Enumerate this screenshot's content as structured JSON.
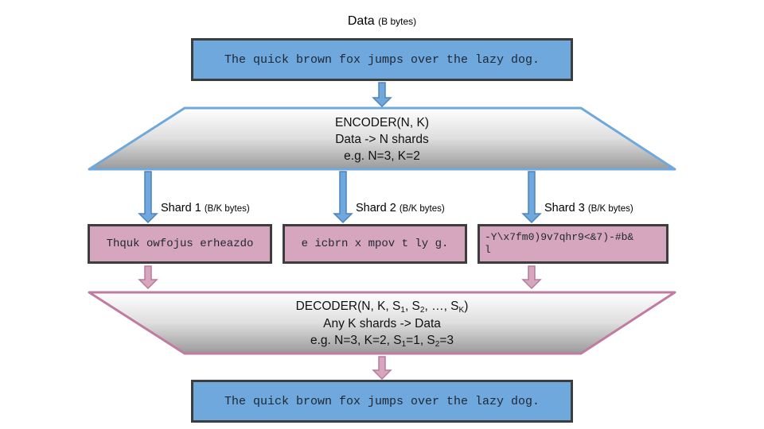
{
  "title": {
    "text": "Data ",
    "note": "(B bytes)"
  },
  "input_box": {
    "text": "The quick brown fox jumps over the lazy dog."
  },
  "encoder": {
    "line1": "ENCODER(N, K)",
    "line2": "Data -> N shards",
    "line3": "e.g. N=3, K=2"
  },
  "shards": [
    {
      "name": "Shard 1 ",
      "note": "(B/K bytes)",
      "content": "Thquk owfojus erheazdo"
    },
    {
      "name": "Shard 2 ",
      "note": "(B/K bytes)",
      "content": "e icbrn x mpov t ly g."
    },
    {
      "name": "Shard 3 ",
      "note": "(B/K bytes)",
      "content": "-Y\\x7fm0)9v7qhr9<&7)-#b&l"
    }
  ],
  "decoder": {
    "title": {
      "a": "DECODER(N, K, S",
      "s1": "1",
      "b": ", S",
      "s2": "2",
      "c": ", …, S",
      "sk": "K",
      "d": ")"
    },
    "line2": "Any K shards -> Data",
    "line3": {
      "a": "e.g. N=3, K=2, S",
      "s1": "1",
      "b": "=1, S",
      "s2": "2",
      "c": "=3"
    }
  },
  "output_box": {
    "text": "The quick brown fox jumps over the lazy dog."
  },
  "colors": {
    "blue_fill": "#6fa8dc",
    "pink_fill": "#d5a6bd",
    "encoder_border": "#6fa8dc",
    "decoder_border": "#c27ba0",
    "box_border": "#3d3d3d"
  }
}
